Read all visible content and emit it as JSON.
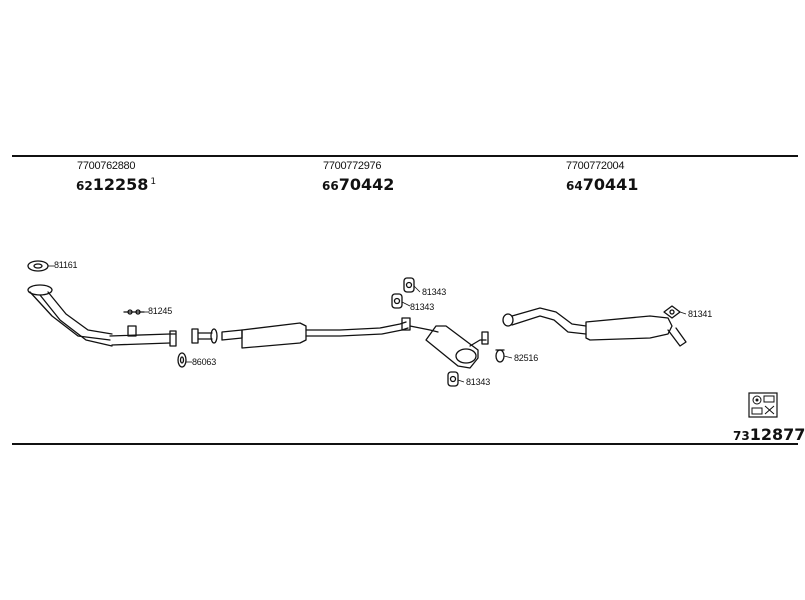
{
  "columns": [
    {
      "oem": "7700762880",
      "prefix": "62",
      "number": "12258",
      "note": "1"
    },
    {
      "oem": "7700772976",
      "prefix": "66",
      "number": "70442",
      "note": ""
    },
    {
      "oem": "7700772004",
      "prefix": "64",
      "number": "70441",
      "note": ""
    }
  ],
  "labels": {
    "gasket": "81161",
    "sensor": "81245",
    "clamp": "86063",
    "mount_a": "81343",
    "mount_b": "81343",
    "mount_c": "81343",
    "clamp2": "82516",
    "mount_rear": "81341"
  },
  "kit": {
    "prefix": "73",
    "number": "12877"
  },
  "icons": {
    "kit": "parts-box-icon"
  }
}
